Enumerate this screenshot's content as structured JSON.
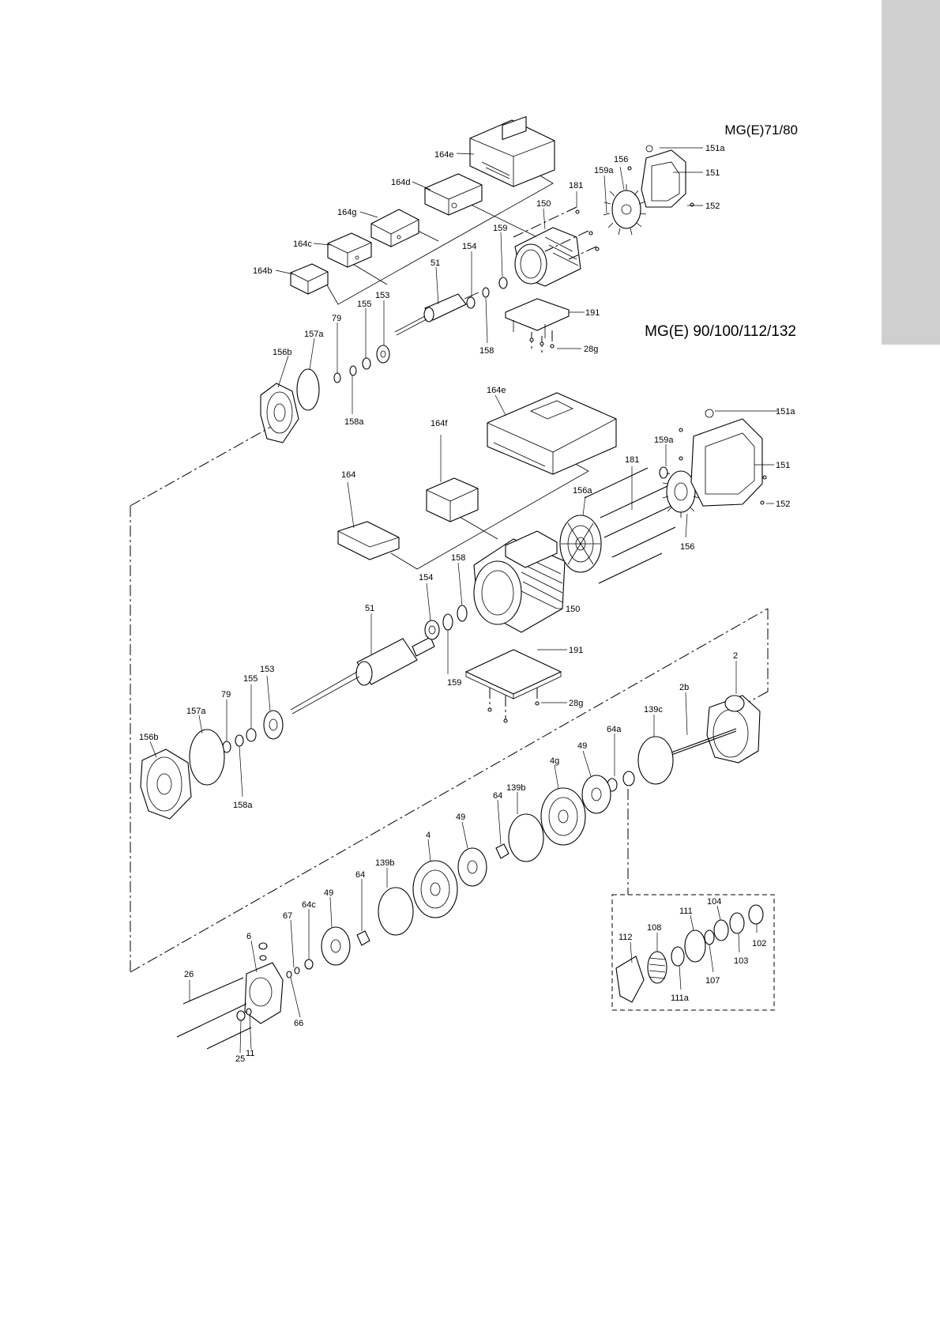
{
  "titles": {
    "top": "MG(E)71/80",
    "middle": "MG(E) 90/100/112/132"
  },
  "labels": [
    {
      "id": "l-164e-top",
      "text": "164e"
    },
    {
      "id": "l-164d",
      "text": "164d"
    },
    {
      "id": "l-164g",
      "text": "164g"
    },
    {
      "id": "l-164c",
      "text": "164c"
    },
    {
      "id": "l-164b",
      "text": "164b"
    },
    {
      "id": "l-151a-top",
      "text": "151a"
    },
    {
      "id": "l-151-top",
      "text": "151"
    },
    {
      "id": "l-152-top",
      "text": "152"
    },
    {
      "id": "l-156-top",
      "text": "156"
    },
    {
      "id": "l-159a-top",
      "text": "159a"
    },
    {
      "id": "l-181-top",
      "text": "181"
    },
    {
      "id": "l-150-top",
      "text": "150"
    },
    {
      "id": "l-159-top",
      "text": "159"
    },
    {
      "id": "l-154-top",
      "text": "154"
    },
    {
      "id": "l-51-top",
      "text": "51"
    },
    {
      "id": "l-153-top",
      "text": "153"
    },
    {
      "id": "l-155-top",
      "text": "155"
    },
    {
      "id": "l-79-top",
      "text": "79"
    },
    {
      "id": "l-157a-top",
      "text": "157a"
    },
    {
      "id": "l-156b-top",
      "text": "156b"
    },
    {
      "id": "l-158a-top",
      "text": "158a"
    },
    {
      "id": "l-158-top",
      "text": "158"
    },
    {
      "id": "l-191-top",
      "text": "191"
    },
    {
      "id": "l-28g-top",
      "text": "28g"
    },
    {
      "id": "l-164e-mid",
      "text": "164e"
    },
    {
      "id": "l-164f",
      "text": "164f"
    },
    {
      "id": "l-164",
      "text": "164"
    },
    {
      "id": "l-151a-mid",
      "text": "151a"
    },
    {
      "id": "l-159a-mid",
      "text": "159a"
    },
    {
      "id": "l-151-mid",
      "text": "151"
    },
    {
      "id": "l-181-mid",
      "text": "181"
    },
    {
      "id": "l-156a",
      "text": "156a"
    },
    {
      "id": "l-152-mid",
      "text": "152"
    },
    {
      "id": "l-156-mid",
      "text": "156"
    },
    {
      "id": "l-158-mid",
      "text": "158"
    },
    {
      "id": "l-154-mid",
      "text": "154"
    },
    {
      "id": "l-150-mid",
      "text": "150"
    },
    {
      "id": "l-51-mid",
      "text": "51"
    },
    {
      "id": "l-159-mid",
      "text": "159"
    },
    {
      "id": "l-191-mid",
      "text": "191"
    },
    {
      "id": "l-155-mid",
      "text": "155"
    },
    {
      "id": "l-153-mid",
      "text": "153"
    },
    {
      "id": "l-79-mid",
      "text": "79"
    },
    {
      "id": "l-157a-mid",
      "text": "157a"
    },
    {
      "id": "l-156b-mid",
      "text": "156b"
    },
    {
      "id": "l-158a-mid",
      "text": "158a"
    },
    {
      "id": "l-28g-mid",
      "text": "28g"
    },
    {
      "id": "l-2",
      "text": "2"
    },
    {
      "id": "l-2b",
      "text": "2b"
    },
    {
      "id": "l-139c",
      "text": "139c"
    },
    {
      "id": "l-64a",
      "text": "64a"
    },
    {
      "id": "l-49-a",
      "text": "49"
    },
    {
      "id": "l-4g",
      "text": "4g"
    },
    {
      "id": "l-139b-a",
      "text": "139b"
    },
    {
      "id": "l-64-a",
      "text": "64"
    },
    {
      "id": "l-49-b",
      "text": "49"
    },
    {
      "id": "l-4",
      "text": "4"
    },
    {
      "id": "l-139b-b",
      "text": "139b"
    },
    {
      "id": "l-64-b",
      "text": "64"
    },
    {
      "id": "l-49-c",
      "text": "49"
    },
    {
      "id": "l-64c",
      "text": "64c"
    },
    {
      "id": "l-67",
      "text": "67"
    },
    {
      "id": "l-6",
      "text": "6"
    },
    {
      "id": "l-26",
      "text": "26"
    },
    {
      "id": "l-66",
      "text": "66"
    },
    {
      "id": "l-25",
      "text": "25"
    },
    {
      "id": "l-11",
      "text": "11"
    },
    {
      "id": "l-104",
      "text": "104"
    },
    {
      "id": "l-111",
      "text": "111"
    },
    {
      "id": "l-108",
      "text": "108"
    },
    {
      "id": "l-112",
      "text": "112"
    },
    {
      "id": "l-102",
      "text": "102"
    },
    {
      "id": "l-103",
      "text": "103"
    },
    {
      "id": "l-107",
      "text": "107"
    },
    {
      "id": "l-111a",
      "text": "111a"
    }
  ]
}
